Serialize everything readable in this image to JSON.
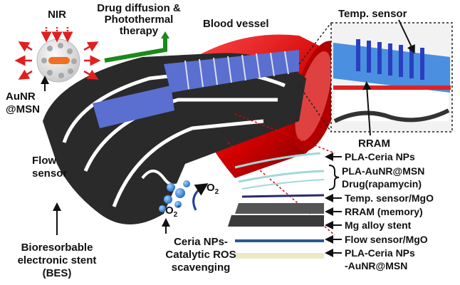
{
  "labels": {
    "nir": "NIR",
    "drug_line1": "Drug diffusion &",
    "drug_line2": "Photothermal",
    "drug_line3": "therapy",
    "blood_vessel": "Blood vessel",
    "temp_sensor": "Temp. sensor",
    "rram": "RRAM",
    "aunr_line1": "AuNR",
    "aunr_line2": "@MSN",
    "flow_line1": "Flow",
    "flow_line2": "sensor",
    "bes_line1": "Bioresorbable",
    "bes_line2": "electronic stent",
    "bes_line3": "(BES)",
    "ceria_line1": "Ceria NPs-",
    "ceria_line2": "Catalytic ROS",
    "ceria_line3": "scavenging",
    "o2": "O",
    "o2_sub": "2",
    "o2minus": "O",
    "o2minus_sub": "2",
    "o2minus_sup": "-"
  },
  "layers": [
    "PLA-Ceria NPs",
    "PLA-AuNR@MSN",
    "Drug(rapamycin)",
    "Temp. sensor/MgO",
    "RRAM (memory)",
    "Mg alloy stent",
    "Flow sensor/MgO",
    "PLA-Ceria NPs",
    "-AuNR@MSN"
  ],
  "colors": {
    "vessel": "#e01010",
    "nir_arrow": "#e02020",
    "therapy_arrow": "#1a8a1a",
    "aunr": "#f07020",
    "sensor_blue": "#4a6fd8",
    "ceria": "#3a8ad8"
  }
}
